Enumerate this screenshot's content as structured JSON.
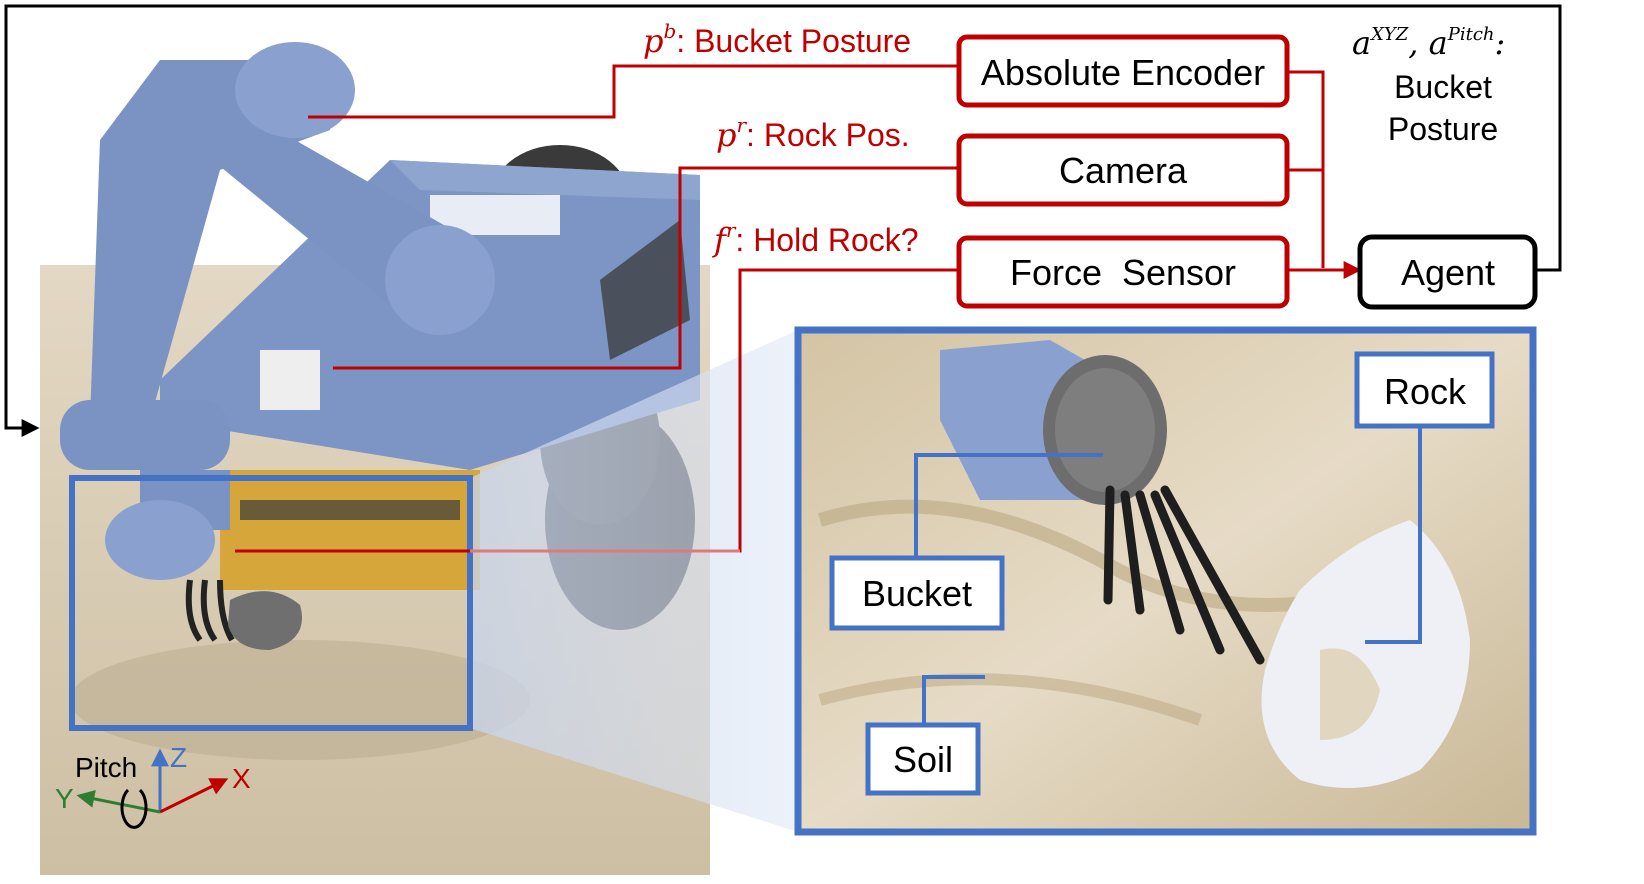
{
  "colors": {
    "signal": "#c00000",
    "frame": "#4472c4",
    "agent_border": "#000000",
    "axis_z": "#4472c4",
    "axis_x": "#c00000",
    "axis_y": "#2e7d32",
    "sand": "#d9cbb0",
    "robot_cover": "#7d95c4"
  },
  "sensors": {
    "encoder": "Absolute Encoder",
    "camera": "Camera",
    "force": "Force  Sensor"
  },
  "agent": {
    "label": "Agent"
  },
  "signals": {
    "bucket_posture": {
      "sym": "p",
      "sup": "b",
      "text": ": Bucket Posture"
    },
    "rock_pos": {
      "sym": "p",
      "sup": "r",
      "text": ": Rock Pos."
    },
    "hold_rock": {
      "sym": "f",
      "sup": "r",
      "text": ": Hold Rock?"
    }
  },
  "action": {
    "sym1": "a",
    "sup1": "XYZ",
    "sep": ", ",
    "sym2": "a",
    "sup2": "Pitch",
    "colon": ":",
    "line1": "Bucket",
    "line2": "Posture"
  },
  "callouts": {
    "rock": "Rock",
    "bucket": "Bucket",
    "soil": "Soil"
  },
  "axes": {
    "pitch": "Pitch",
    "z": "Z",
    "x": "X",
    "y": "Y"
  },
  "icons": [
    "robot-photo",
    "closeup-photo",
    "pitch-rotation-icon"
  ]
}
